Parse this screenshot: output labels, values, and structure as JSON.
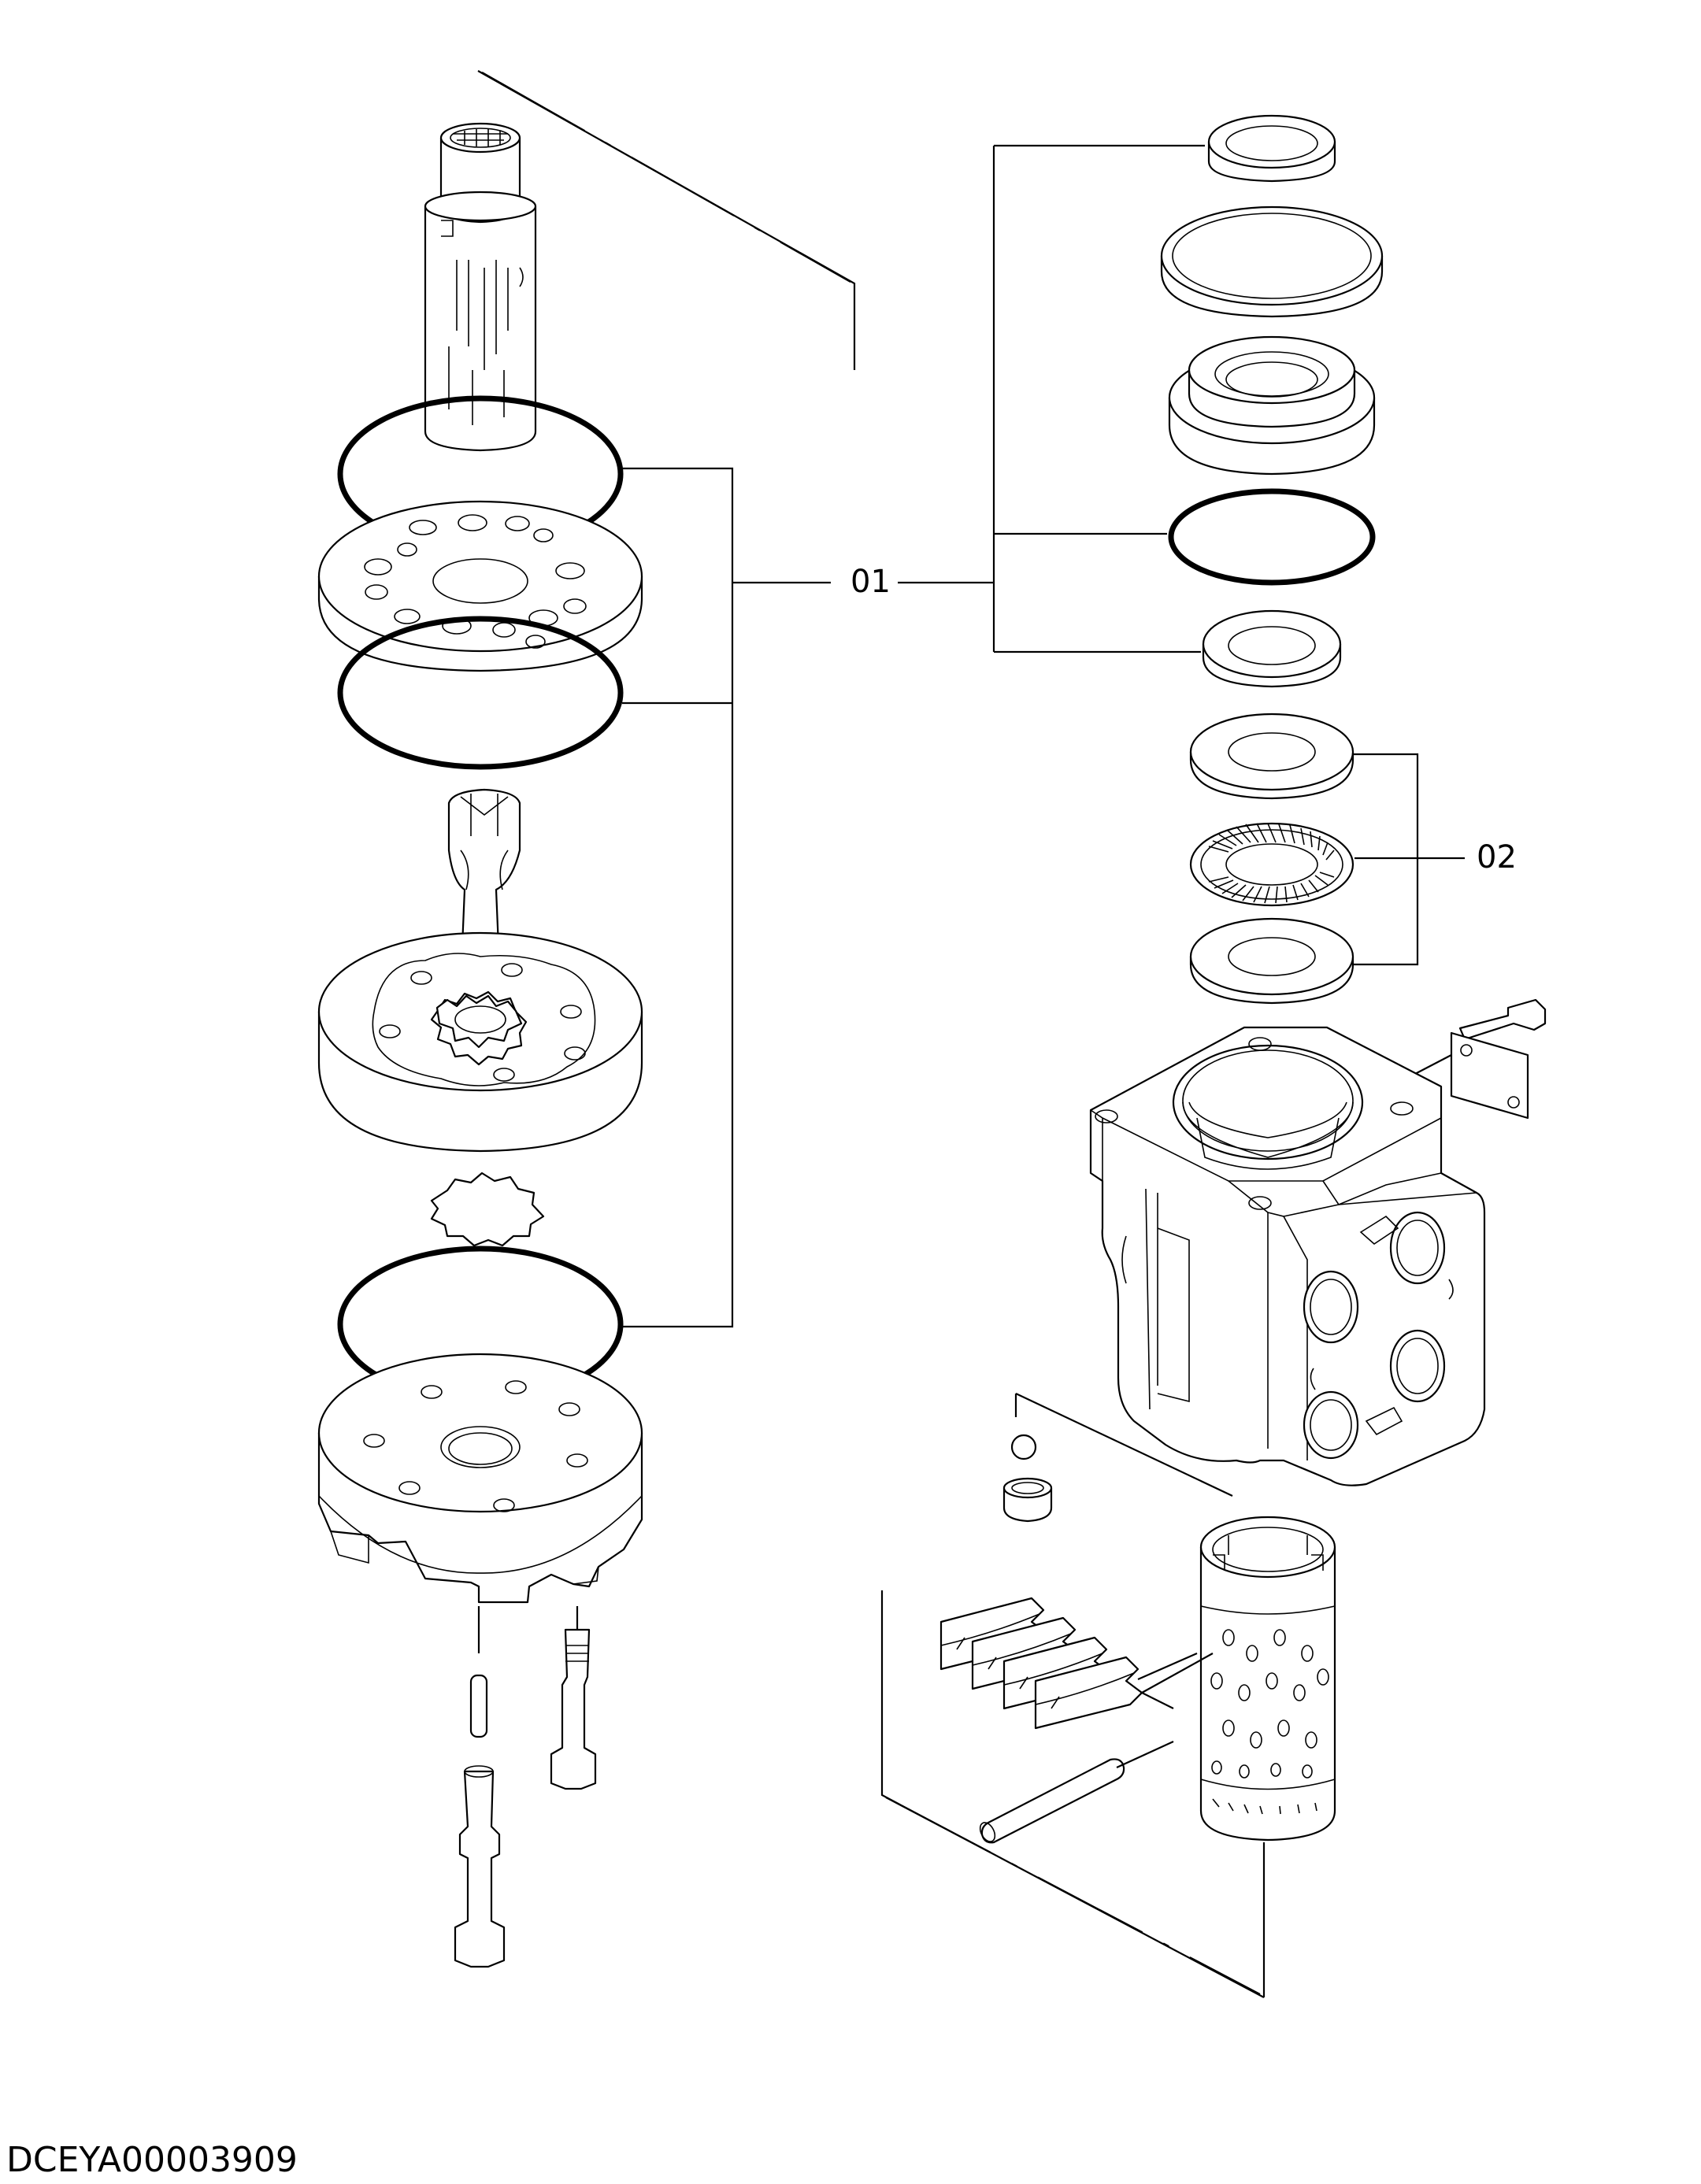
{
  "callouts": {
    "c01": "01",
    "c02": "02"
  },
  "drawing_code": "DCEYA00003909"
}
